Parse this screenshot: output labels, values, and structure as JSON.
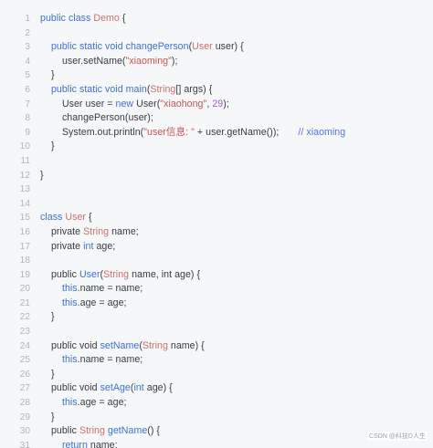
{
  "colors": {
    "background": "#f6f7f9",
    "line_number": "#aeb5bf",
    "keyword": "#3e6fd0",
    "type": "#c86f6f",
    "string": "#c15353",
    "number": "#9a5fc2",
    "comment": "#5477d6",
    "plain": "#383a42"
  },
  "lines": [
    {
      "n": "1",
      "t": [
        [
          "kw",
          "public "
        ],
        [
          "kw",
          "class "
        ],
        [
          "ty",
          "Demo"
        ],
        [
          "plain",
          " {"
        ]
      ]
    },
    {
      "n": "2",
      "t": []
    },
    {
      "n": "3",
      "t": [
        [
          "plain",
          "    "
        ],
        [
          "kw",
          "public "
        ],
        [
          "kw",
          "static "
        ],
        [
          "kw",
          "void "
        ],
        [
          "fn",
          "changePerson"
        ],
        [
          "plain",
          "("
        ],
        [
          "ty",
          "User"
        ],
        [
          "plain",
          " user) {"
        ]
      ]
    },
    {
      "n": "4",
      "t": [
        [
          "plain",
          "        user.setName("
        ],
        [
          "str",
          "\"xiaoming\""
        ],
        [
          "plain",
          ");"
        ]
      ]
    },
    {
      "n": "5",
      "t": [
        [
          "plain",
          "    }"
        ]
      ]
    },
    {
      "n": "6",
      "t": [
        [
          "plain",
          "    "
        ],
        [
          "kw",
          "public "
        ],
        [
          "kw",
          "static "
        ],
        [
          "kw",
          "void "
        ],
        [
          "fn",
          "main"
        ],
        [
          "plain",
          "("
        ],
        [
          "ty",
          "String"
        ],
        [
          "plain",
          "[] args) {"
        ]
      ]
    },
    {
      "n": "7",
      "t": [
        [
          "plain",
          "        User user = "
        ],
        [
          "kw",
          "new "
        ],
        [
          "plain",
          "User("
        ],
        [
          "str",
          "\"xiaohong\""
        ],
        [
          "plain",
          ", "
        ],
        [
          "num",
          "29"
        ],
        [
          "plain",
          ");"
        ]
      ]
    },
    {
      "n": "8",
      "t": [
        [
          "plain",
          "        changePerson(user);"
        ]
      ]
    },
    {
      "n": "9",
      "t": [
        [
          "plain",
          "        System.out.println("
        ],
        [
          "str",
          "\"user信息: \""
        ],
        [
          "plain",
          " + user.getName());       "
        ],
        [
          "com",
          "// xiaoming"
        ]
      ]
    },
    {
      "n": "10",
      "t": [
        [
          "plain",
          "    }"
        ]
      ]
    },
    {
      "n": "11",
      "t": []
    },
    {
      "n": "12",
      "t": [
        [
          "plain",
          "}"
        ]
      ]
    },
    {
      "n": "13",
      "t": []
    },
    {
      "n": "14",
      "t": []
    },
    {
      "n": "15",
      "t": [
        [
          "kw",
          "class "
        ],
        [
          "ty",
          "User"
        ],
        [
          "plain",
          " {"
        ]
      ]
    },
    {
      "n": "16",
      "t": [
        [
          "plain",
          "    private "
        ],
        [
          "ty",
          "String "
        ],
        [
          "plain",
          "name;"
        ]
      ]
    },
    {
      "n": "17",
      "t": [
        [
          "plain",
          "    private "
        ],
        [
          "kw",
          "int "
        ],
        [
          "plain",
          "age;"
        ]
      ]
    },
    {
      "n": "18",
      "t": []
    },
    {
      "n": "19",
      "t": [
        [
          "plain",
          "    public "
        ],
        [
          "fn",
          "User"
        ],
        [
          "plain",
          "("
        ],
        [
          "ty",
          "String"
        ],
        [
          "plain",
          " name, int age) {"
        ]
      ]
    },
    {
      "n": "20",
      "t": [
        [
          "plain",
          "        "
        ],
        [
          "kw",
          "this"
        ],
        [
          "plain",
          ".name = name;"
        ]
      ]
    },
    {
      "n": "21",
      "t": [
        [
          "plain",
          "        "
        ],
        [
          "kw",
          "this"
        ],
        [
          "plain",
          ".age = age;"
        ]
      ]
    },
    {
      "n": "22",
      "t": [
        [
          "plain",
          "    }"
        ]
      ]
    },
    {
      "n": "23",
      "t": []
    },
    {
      "n": "24",
      "t": [
        [
          "plain",
          "    public void "
        ],
        [
          "fn",
          "setName"
        ],
        [
          "plain",
          "("
        ],
        [
          "ty",
          "String"
        ],
        [
          "plain",
          " name) {"
        ]
      ]
    },
    {
      "n": "25",
      "t": [
        [
          "plain",
          "        "
        ],
        [
          "kw",
          "this"
        ],
        [
          "plain",
          ".name = name;"
        ]
      ]
    },
    {
      "n": "26",
      "t": [
        [
          "plain",
          "    }"
        ]
      ]
    },
    {
      "n": "27",
      "t": [
        [
          "plain",
          "    public void "
        ],
        [
          "fn",
          "setAge"
        ],
        [
          "plain",
          "("
        ],
        [
          "kw",
          "int"
        ],
        [
          "plain",
          " age) {"
        ]
      ]
    },
    {
      "n": "28",
      "t": [
        [
          "plain",
          "        "
        ],
        [
          "kw",
          "this"
        ],
        [
          "plain",
          ".age = age;"
        ]
      ]
    },
    {
      "n": "29",
      "t": [
        [
          "plain",
          "    }"
        ]
      ]
    },
    {
      "n": "30",
      "t": [
        [
          "plain",
          "    public "
        ],
        [
          "ty",
          "String "
        ],
        [
          "fn",
          "getName"
        ],
        [
          "plain",
          "() {"
        ]
      ]
    },
    {
      "n": "31",
      "t": [
        [
          "plain",
          "        "
        ],
        [
          "kw",
          "return "
        ],
        [
          "plain",
          "name;"
        ]
      ]
    }
  ],
  "watermark": "CSDN @科技D人生"
}
